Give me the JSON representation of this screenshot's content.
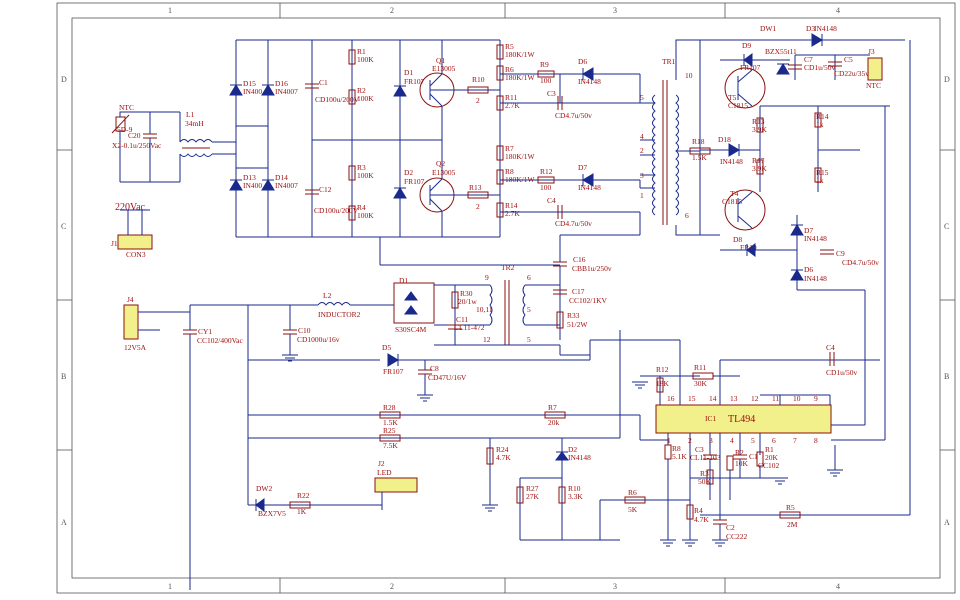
{
  "grid": {
    "cols": [
      "1",
      "2",
      "3",
      "4"
    ],
    "rows": [
      "D",
      "C",
      "B",
      "A"
    ]
  },
  "labels": {
    "ntc": "NTC",
    "ntc_val": "5D-9",
    "c20": "C20",
    "c20_val": "X2-0.1u/250Vac",
    "l1": "L1",
    "l1_val": "34mH",
    "ac_in": "220Vac",
    "j1": "J1",
    "con3": "CON3",
    "d15": "D15",
    "d15_val": "IN400",
    "d16": "D16",
    "d16_val": "IN4007",
    "d13": "D13",
    "d13_val": "IN400",
    "d14": "D14",
    "d14_val": "IN4007",
    "c1": "C1",
    "c1_val": "CD100u/200V",
    "c12": "C12",
    "c12_val": "CD100u/200V",
    "r1": "R1",
    "r1_val": "100K",
    "r2": "R2",
    "r2_val": "100K",
    "r3": "R3",
    "r3_val": "100K",
    "r4": "R4",
    "r4_val": "100K",
    "d1": "D1",
    "d1_val": "FR107",
    "d2": "D2",
    "d2_val": "FR107",
    "q1": "Q1",
    "q1_val": "E13005",
    "q2": "Q2",
    "q2_val": "E13005",
    "r10": "R10",
    "r10_val": "2",
    "r13": "R13",
    "r13_val": "2",
    "r5": "R5",
    "r5_val": "180K/1W",
    "r6": "R6",
    "r6_val": "180K/1W",
    "r11": "R11",
    "r11_val": "2.7K",
    "r7": "R7",
    "r7_val": "180K/1W",
    "r8": "R8",
    "r8_val": "180K/1W",
    "r14": "R14",
    "r14_val": "2.7K",
    "r9": "R9",
    "r9_val": "100",
    "r12": "R12",
    "r12_val": "100",
    "d6": "D6",
    "d6_val": "IN4148",
    "d7": "D7",
    "d7_val": "IN4148",
    "c3": "C3",
    "c3_val": "CD4.7u/50v",
    "c4": "C4",
    "c4_val": "CD4.7u/50v",
    "tr1": "TR1",
    "pin5": "5",
    "pin4": "4",
    "pin2": "2",
    "pin3": "3",
    "pin1": "1",
    "pin10": "10",
    "pin6": "6",
    "r18": "R18",
    "r18_val": "1.5K",
    "dw1": "DW1",
    "dw1_val": "BZX55t11",
    "d9": "D9",
    "d9_val": "FR107",
    "d3": "D3",
    "d3_val": "IN4148",
    "c7": "C7",
    "c7_val": "CD1u/50v",
    "c5": "C5",
    "c5_val": "CD22u/35v",
    "j3": "J3",
    "j3_ntc": "NTC",
    "t5": "T5",
    "t5_val": "C1815",
    "d18": "D18",
    "d18_val": "IN4148",
    "r13b": "R13",
    "r13b_val": "3.9K",
    "r17": "R17",
    "r17_val": "3.9K",
    "t4": "T4",
    "t4_val": "C1815",
    "r14b": "R14",
    "r14b_val": "1k",
    "r15": "R15",
    "r15_val": "1k",
    "d8": "D8",
    "d8_val": "FR10",
    "d7b": "D7",
    "d7b_val": "IN4148",
    "d6b": "D6",
    "d6b_val": "IN4148",
    "c9": "C9",
    "c9_val": "CD4.7u/50v",
    "c16": "C16",
    "c16_val": "CBB1u/250v",
    "c17": "C17",
    "c17_val": "CC102/1KV",
    "tr2": "TR2",
    "tr2_p9": "9",
    "tr2_p6": "6",
    "tr2_p1011": "10,11",
    "tr2_p5": "5",
    "tr2_p12": "12",
    "tr2_p5b": "5",
    "l2": "L2",
    "l2_val": "INDUCTOR2",
    "d1b": "D1",
    "d1b_val": "S30SC4M",
    "r30": "R30",
    "r30_val": "20/1w",
    "c11": "C11",
    "c11_val": "CL11-472",
    "r33": "R33",
    "r33_val": "51/2W",
    "j4": "J4",
    "j4_val": "12V5A",
    "cy1": "CY1",
    "cy1_val": "CC102/400Vac",
    "c10": "C10",
    "c10_val": "CD1000u/16v",
    "d5": "D5",
    "d5_val": "FR107",
    "c8": "C8",
    "c8_val": "CD47U/16V",
    "c4b": "C4",
    "c4b_val": "CD1u/50v",
    "r12b": "R12",
    "r12b_val": "18K",
    "r11b": "R11",
    "r11b_val": "30K",
    "ic1": "IC1",
    "ic1_val": "TL494",
    "r28": "R28",
    "r28_val": "1.5K",
    "r7b": "R7",
    "r7b_val": "20k",
    "r25": "R25",
    "r25_val": "7.5K",
    "r24": "R24",
    "r24_val": "4.7K",
    "d2b": "D2",
    "d2b_val": "IN4148",
    "r8b": "R8",
    "r8b_val": "5.1K",
    "c3b": "C3",
    "c3b_val": "CL11-103",
    "c1b": "C1",
    "c1b_val": "CC102",
    "r1b": "R1",
    "r1b_val": "20K",
    "r3b": "R3",
    "r3b_val": "50K",
    "r2b": "R2",
    "r2b_val": "10K",
    "j2": "J2",
    "j2_val": "LED",
    "dw2": "DW2",
    "dw2_val": "BZX7V5",
    "r22": "R22",
    "r22_val": "1K",
    "r27": "R27",
    "r27_val": "27K",
    "r10b": "R10",
    "r10b_val": "3.3K",
    "r6b": "R6",
    "r6b_val": "5K",
    "r4b": "R4",
    "r4b_val": "4.7K",
    "c2": "C2",
    "c2_val": "CC222",
    "r5b": "R5",
    "r5b_val": "2M",
    "ic_pins_top": [
      "16",
      "15",
      "14",
      "13",
      "12",
      "11",
      "10",
      "9"
    ],
    "ic_pins_bot": [
      "1",
      "2",
      "3",
      "4",
      "5",
      "6",
      "7",
      "8"
    ]
  }
}
